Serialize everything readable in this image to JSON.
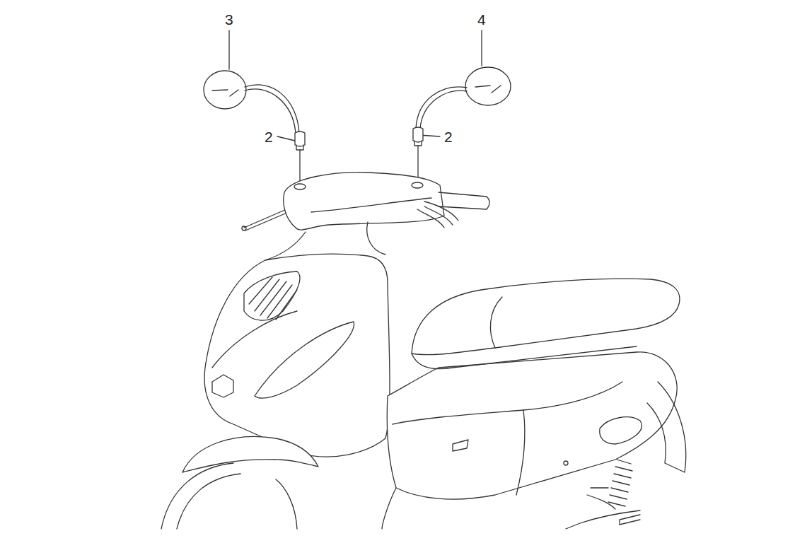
{
  "diagram": {
    "labels": [
      "3",
      "4",
      "2",
      "2"
    ]
  }
}
